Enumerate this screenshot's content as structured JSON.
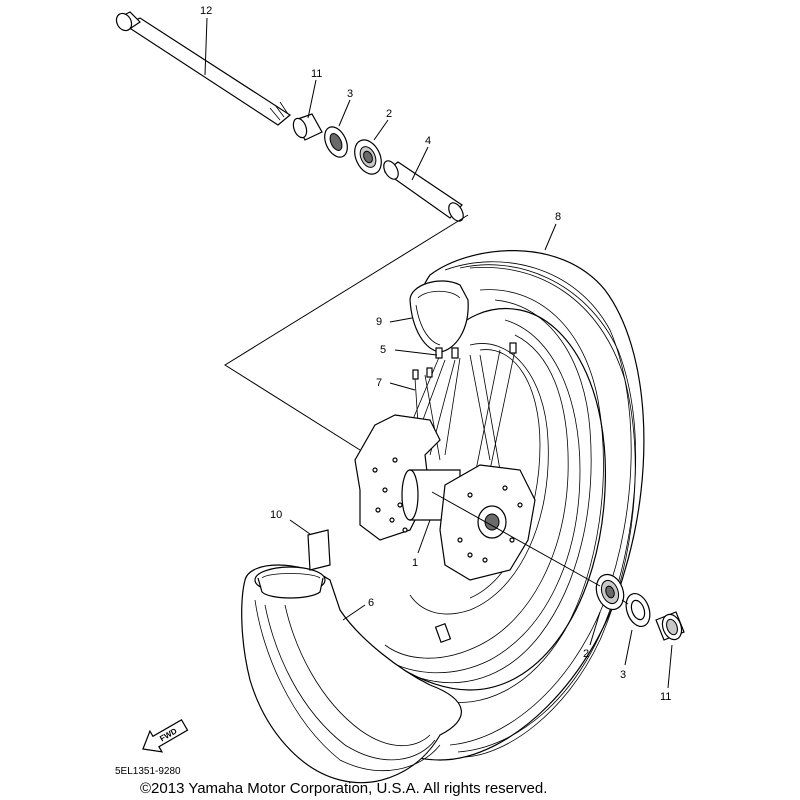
{
  "diagram": {
    "callouts": [
      {
        "id": "c12",
        "text": "12"
      },
      {
        "id": "c11a",
        "text": "11"
      },
      {
        "id": "c3a",
        "text": "3"
      },
      {
        "id": "c2a",
        "text": "2"
      },
      {
        "id": "c4",
        "text": "4"
      },
      {
        "id": "c8",
        "text": "8"
      },
      {
        "id": "c9",
        "text": "9"
      },
      {
        "id": "c5",
        "text": "5"
      },
      {
        "id": "c7",
        "text": "7"
      },
      {
        "id": "c1",
        "text": "1"
      },
      {
        "id": "c10",
        "text": "10"
      },
      {
        "id": "c6",
        "text": "6"
      },
      {
        "id": "c2b",
        "text": "2"
      },
      {
        "id": "c3b",
        "text": "3"
      },
      {
        "id": "c11b",
        "text": "11"
      }
    ],
    "fwd_label": "FWD",
    "diagram_code": "5EL1351-9280",
    "copyright": "©2013 Yamaha Motor Corporation, U.S.A. All rights reserved."
  }
}
